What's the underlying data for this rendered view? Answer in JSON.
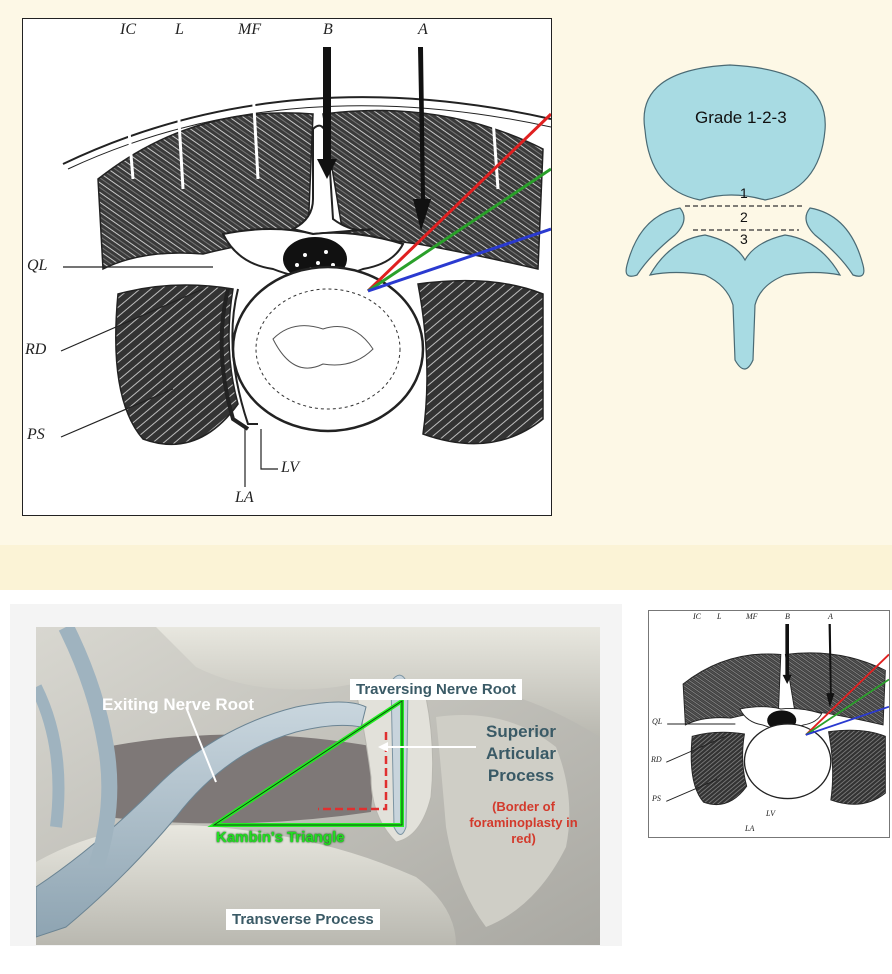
{
  "anatomy": {
    "labels": {
      "ic": "IC",
      "l": "L",
      "mf": "MF",
      "b": "B",
      "a": "A",
      "ql": "QL",
      "rd": "RD",
      "ps": "PS",
      "lv": "LV",
      "la": "LA"
    },
    "approach_colors": [
      "#e02020",
      "#2aa02a",
      "#2a3ad0"
    ]
  },
  "grade": {
    "title": "Grade 1-2-3",
    "zones": [
      "1",
      "2",
      "3"
    ],
    "fill_color": "#a8dbe3"
  },
  "render": {
    "exiting_nerve_root": "Exiting Nerve Root",
    "traversing_nerve_root": "Traversing Nerve Root",
    "superior_articular_process": "Superior Articular Process",
    "foraminoplasty_note": "(Border of foraminoplasty in red)",
    "kambins_triangle": "Kambin's Triangle",
    "transverse_process": "Transverse Process",
    "triangle_color": "#22ee22",
    "border_color": "#e03030"
  },
  "thumbnail": {
    "labels": {
      "ic": "IC",
      "l": "L",
      "mf": "MF",
      "b": "B",
      "a": "A",
      "ql": "QL",
      "rd": "RD",
      "ps": "PS",
      "lv": "LV",
      "la": "LA"
    }
  }
}
